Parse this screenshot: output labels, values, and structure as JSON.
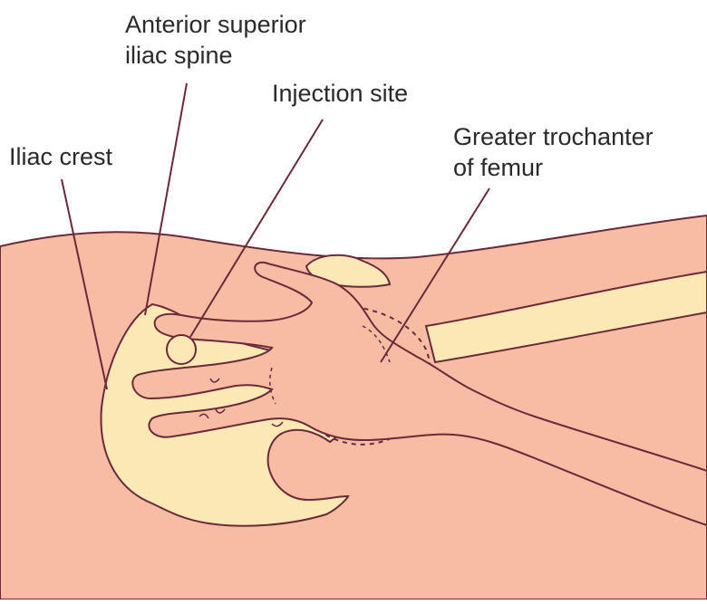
{
  "labels": {
    "asis_line1": "Anterior superior",
    "asis_line2": "iliac spine",
    "injection_site": "Injection site",
    "iliac_crest": "Iliac crest",
    "greater_trochanter_line1": "Greater trochanter",
    "greater_trochanter_line2": "of femur"
  },
  "colors": {
    "skin": "#f6bca4",
    "bone": "#fbe8b5",
    "outline": "#6b2a3a",
    "leader": "#6b2a3a",
    "text": "#2a2a2a",
    "background": "#ffffff"
  }
}
